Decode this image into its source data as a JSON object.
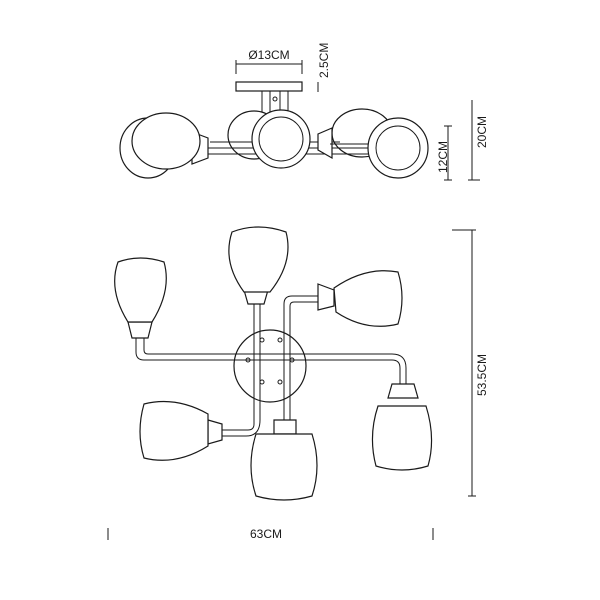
{
  "dimensions": {
    "canopy_diameter": "Ø13CM",
    "canopy_height": "2.5CM",
    "body_height": "12CM",
    "total_height": "20CM",
    "depth": "53.5CM",
    "width": "63CM"
  }
}
